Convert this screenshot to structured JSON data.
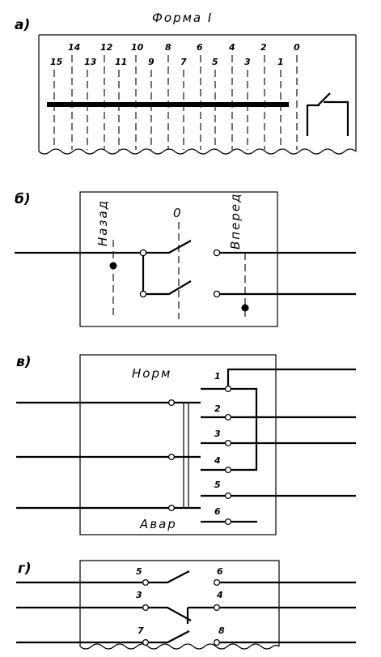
{
  "panel_a": {
    "label": "а)",
    "title": "Форма I",
    "top_numbers": [
      "14",
      "12",
      "10",
      "8",
      "6",
      "4",
      "2",
      "0"
    ],
    "bottom_numbers": [
      "15",
      "13",
      "11",
      "9",
      "7",
      "5",
      "3",
      "1"
    ]
  },
  "panel_b": {
    "label": "б)",
    "back": "Назад",
    "zero": "0",
    "forward": "Вперед"
  },
  "panel_v": {
    "label": "в)",
    "norm": "Норм",
    "avar": "Авар",
    "contacts": [
      "1",
      "2",
      "3",
      "4",
      "5",
      "6"
    ]
  },
  "panel_g": {
    "label": "г)",
    "contacts": [
      "5",
      "6",
      "3",
      "4",
      "7",
      "8"
    ]
  }
}
